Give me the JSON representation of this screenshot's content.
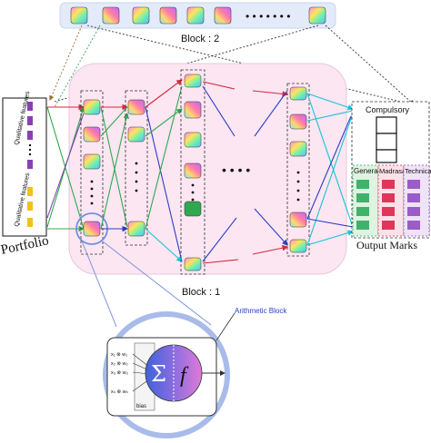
{
  "diagram": {
    "block2_label": "Block : 2",
    "block1_label": "Block : 1",
    "portfolio_label": "Portfolio",
    "qual_top_label": "Qualitative features",
    "qual_bottom_label": "Qualitative features",
    "compulsory_label": "Compulsory",
    "output_label": "Output Marks",
    "general_label": "General",
    "madrasah_label": "Madrasah",
    "technical_label": "Technical",
    "arith_label": "Arithmetic Block",
    "f_symbol": "f",
    "sigma_symbol": "Σ",
    "bias_label": "bias",
    "inputs": [
      "x₁ ⊗ w₁",
      "x₂ ⊗ w₂",
      "x₃ ⊗ w₃",
      "xₙ ⊗ wₙ"
    ],
    "ellipsis": "• • • • • • •",
    "mid_dots": "• • • •",
    "colors": {
      "red": "#d42a3c",
      "green": "#2fa84f",
      "blue": "#2b3fc4",
      "cyan": "#19c3d6",
      "purple": "#8a3fb5",
      "brown": "#9b6a2e",
      "panel": "#fbe6f2",
      "ring": "#9fb3e8"
    }
  }
}
